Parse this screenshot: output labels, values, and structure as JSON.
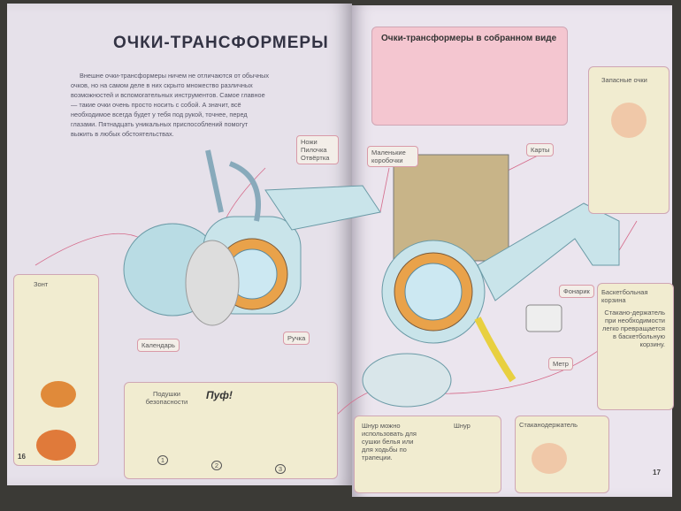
{
  "left_page": {
    "title": "ОЧКИ-ТРАНСФОРМЕРЫ",
    "intro": "Внешне очки-трансформеры ничем не отличаются от обычных очков, но на самом деле в них скрыто множество различных возможностей и вспомогательных инструментов. Самое главное — такие очки очень просто носить с собой. А значит, всё необходимое всегда будет у тебя под рукой, точнее, перед глазами. Пятнадцать уникальных приспособлений помогут выжить в любых обстоятельствах.",
    "labels": {
      "knives": "Ножи Пилочка Отвёртка",
      "calendar": "Календарь",
      "pen": "Ручка",
      "umbrella": "Зонт"
    },
    "airbags": {
      "title": "Подушки безопасности",
      "sound": "Пуф!",
      "steps": [
        "1",
        "2",
        "3"
      ]
    },
    "page_number": "16"
  },
  "right_page": {
    "assembled_title": "Очки-трансформеры в собранном виде",
    "labels": {
      "boxes": "Маленькие коробочки",
      "maps": "Карты",
      "flashlight": "Фонарик",
      "meter": "Метр",
      "spare": "Запасные очки"
    },
    "basket": {
      "title": "Баскетбольная корзина",
      "text": "Стакано-держатель при необходимости легко превращается в баскетбольную корзину."
    },
    "cord": {
      "title": "Шнур",
      "text": "Шнур можно использовать для сушки белья или для ходьбы по трапеции."
    },
    "cupholder": {
      "title": "Стаканодержатель"
    },
    "page_number": "17"
  }
}
